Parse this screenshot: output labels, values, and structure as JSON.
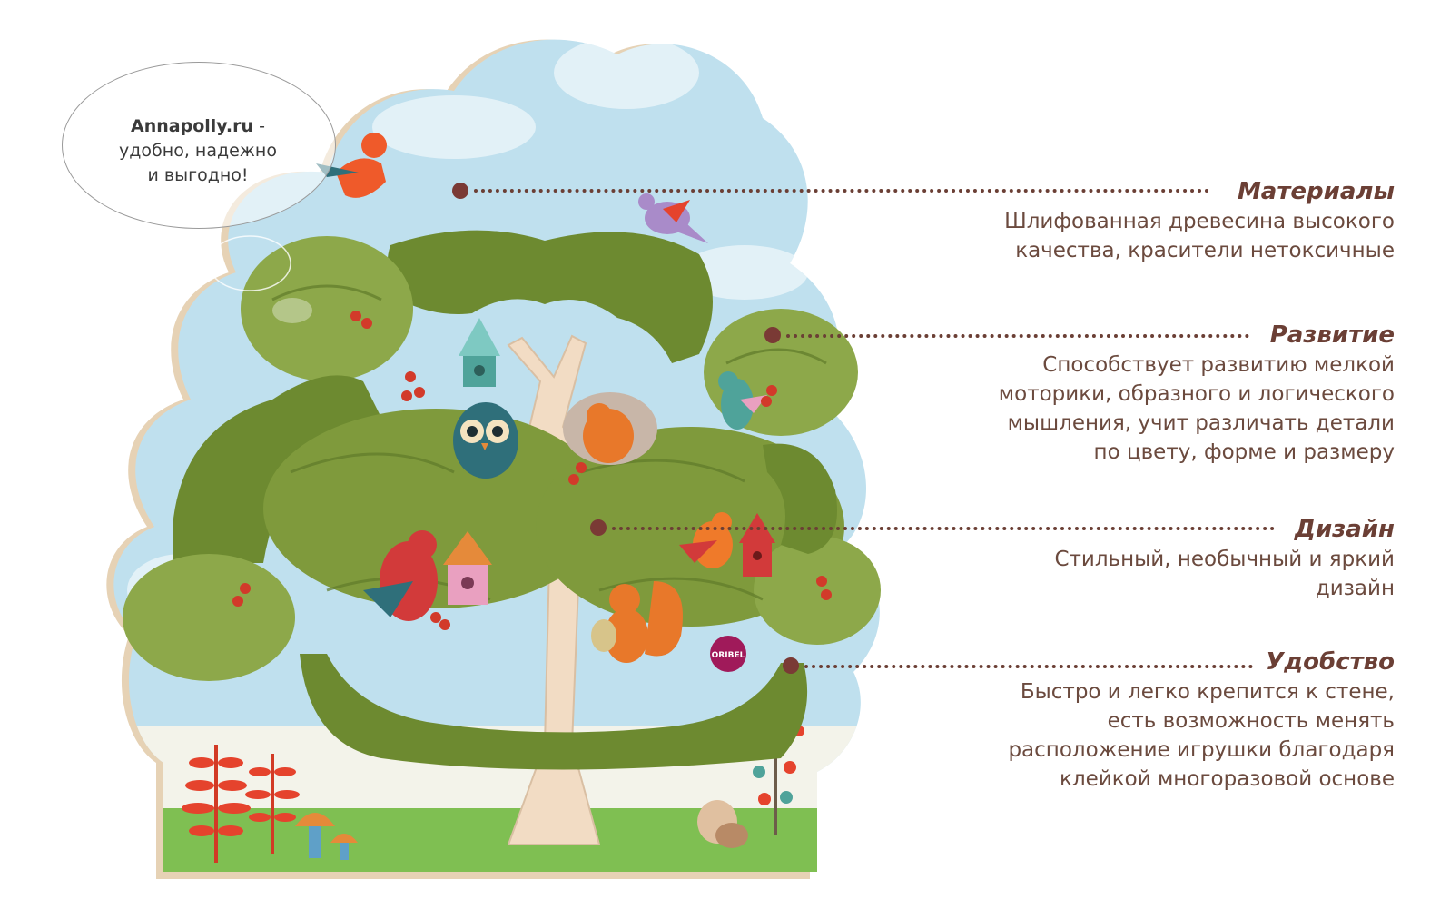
{
  "bubble": {
    "brand": "Annapolly.ru",
    "rest": " -\nудобно, надежно\nи выгодно!"
  },
  "product": {
    "logo_text": "ORIBEL"
  },
  "features": [
    {
      "title": "Материалы",
      "desc": "Шлифованная древесина высокого\nкачества, красители нетоксичные"
    },
    {
      "title": "Развитие",
      "desc": "Способствует развитию мелкой\nмоторики, образного и логического\nмышления, учит различать детали\nпо цвету, форме и размеру"
    },
    {
      "title": "Дизайн",
      "desc": "Стильный, необычный и яркий\nдизайн"
    },
    {
      "title": "Удобство",
      "desc": "Быстро и легко крепится к стене,\nесть возможность менять\nрасположение игрушки благодаря\nклейкой многоразовой основе"
    }
  ],
  "colors": {
    "sky": "#bfe0ee",
    "foliage": "#7f9a3c",
    "foliage_dark": "#5f7a2a",
    "trunk": "#f2dcc4",
    "grass": "#7fbf52",
    "label": "#6b3f35"
  }
}
